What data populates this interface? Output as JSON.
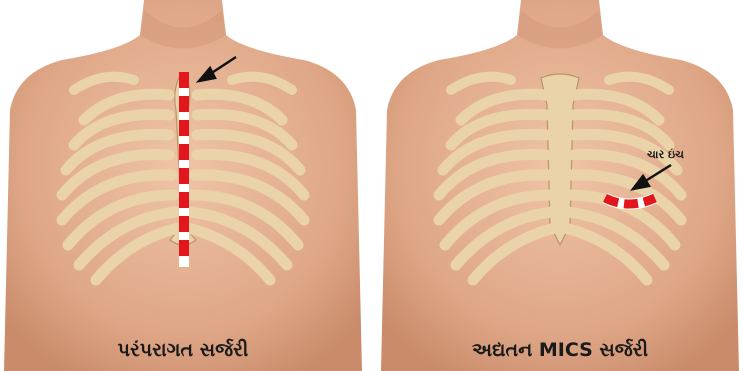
{
  "panels": [
    {
      "caption": "પરંપરાગત સર્જરી"
    },
    {
      "caption": "અદ્યતન MICS સર્જરી",
      "annotation": "ચાર ઇંચ"
    }
  ],
  "colors": {
    "skin": "#e8b797",
    "skin_dark": "#c98b6a",
    "bone": "#ead3a8",
    "incision": "#e3161d",
    "background": "#ffffff"
  }
}
